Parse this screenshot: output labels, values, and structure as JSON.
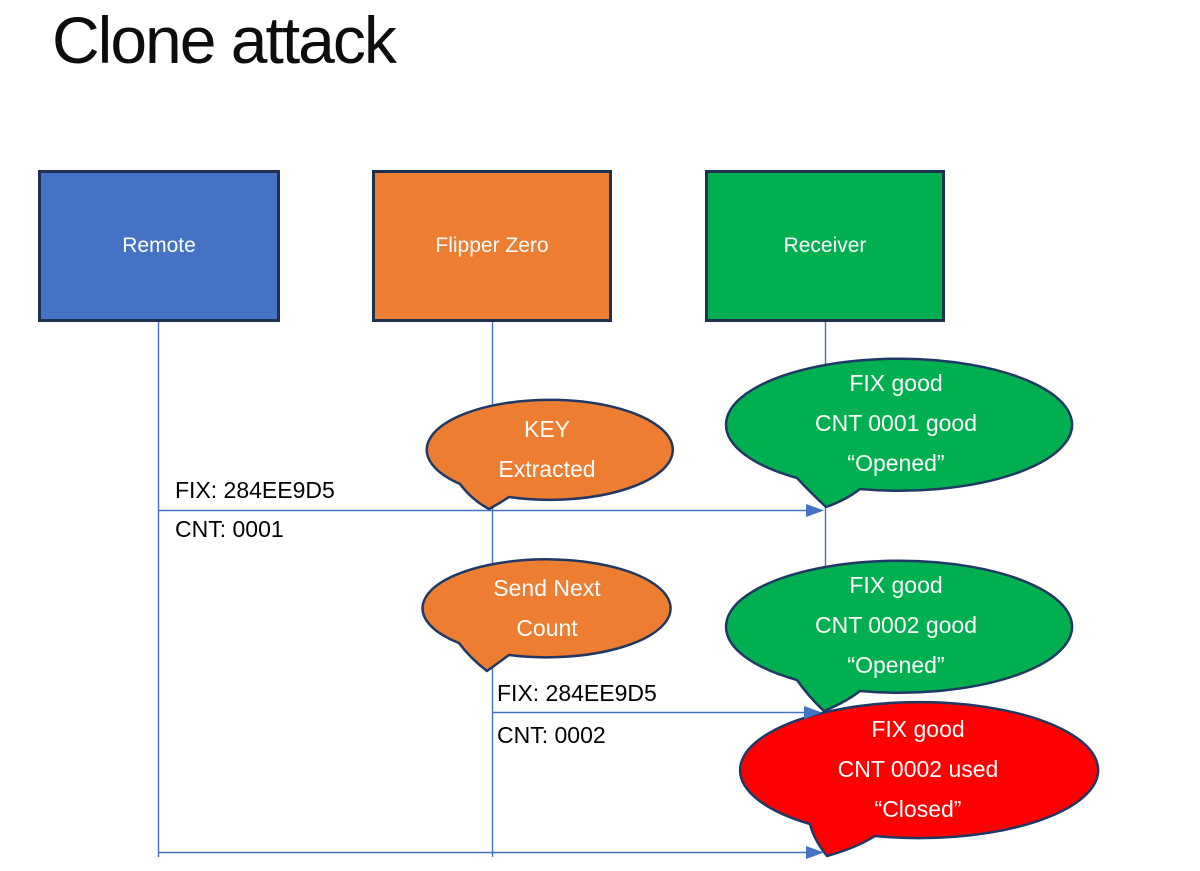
{
  "title": "Clone attack",
  "colors": {
    "actor_blue": "#4472C4",
    "actor_orange": "#ED7D31",
    "actor_green": "#00B050",
    "bubble_red": "#FF0000",
    "shape_border": "#1F3050",
    "bubble_border": "#1F3864",
    "line_blue": "#4472C4",
    "text_white": "#FFFFFF",
    "text_black": "#000000"
  },
  "actors": [
    {
      "label": "Remote"
    },
    {
      "label": "Flipper Zero"
    },
    {
      "label": "Receiver"
    }
  ],
  "messages": [
    {
      "lines": [
        "FIX: 284EE9D5",
        "CNT: 0001"
      ]
    },
    {
      "lines": [
        "FIX: 284EE9D5",
        "CNT: 0002"
      ]
    }
  ],
  "callouts": [
    {
      "lines": [
        "KEY",
        "Extracted"
      ]
    },
    {
      "lines": [
        "FIX good",
        "CNT 0001 good",
        "“Opened”"
      ]
    },
    {
      "lines": [
        "Send Next",
        "Count"
      ]
    },
    {
      "lines": [
        "FIX good",
        "CNT 0002 good",
        "“Opened”"
      ]
    },
    {
      "lines": [
        "FIX good",
        "CNT 0002 used",
        "“Closed”"
      ]
    }
  ]
}
